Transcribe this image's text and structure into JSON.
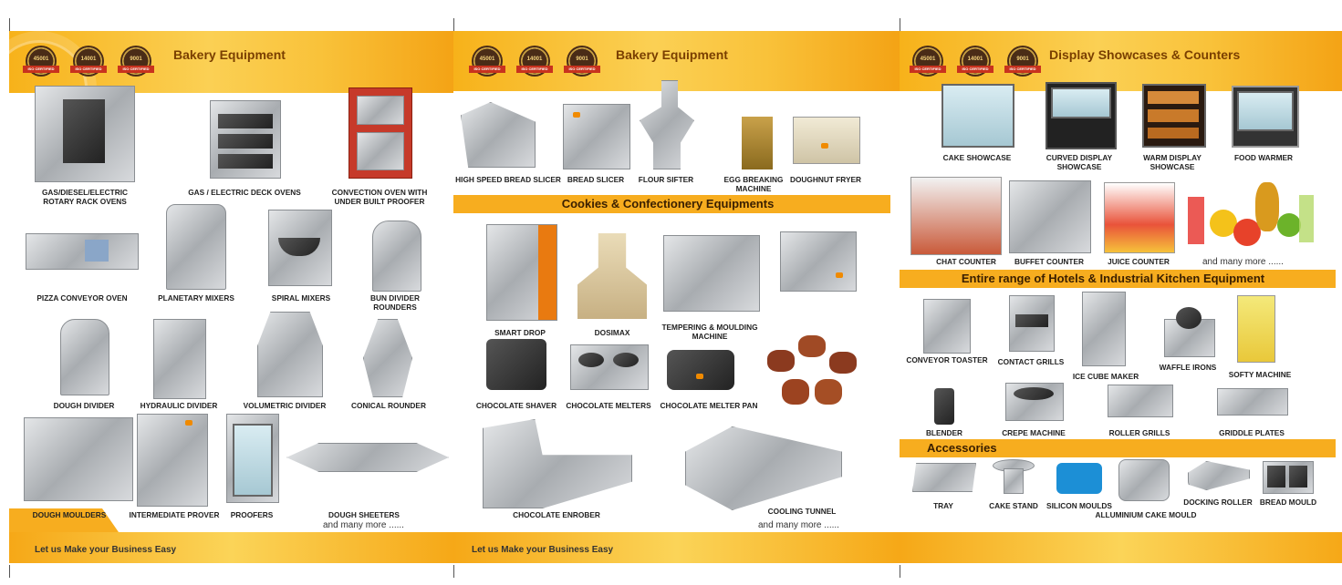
{
  "panels": {
    "p1": {
      "title": "Bakery Equipment",
      "slogan": "Let us Make your Business Easy",
      "more": "and many more ......"
    },
    "p2": {
      "title": "Bakery Equipment",
      "slogan": "Let us Make your Business Easy",
      "more": "and many more ......"
    },
    "p3": {
      "title": "Display Showcases & Counters"
    }
  },
  "iso_badges": {
    "b1": "45001",
    "b2": "14001",
    "b3": "9001",
    "ribbon": "ISO CERTIFIED"
  },
  "sections": {
    "cookies": "Cookies & Confectionery Equipments",
    "hotels": "Entire range of Hotels & Industrial Kitchen Equipment",
    "accessories": "Accessories"
  },
  "p1_items": {
    "rotary": "GAS/DIESEL/ELECTRIC ROTARY RACK OVENS",
    "deck": "GAS / ELECTRIC DECK OVENS",
    "convection": "CONVECTION OVEN WITH UNDER BUILT PROOFER",
    "pizza": "PIZZA CONVEYOR OVEN",
    "planetary": "PLANETARY MIXERS",
    "spiral": "SPIRAL MIXERS",
    "bun": "BUN DIVIDER ROUNDERS",
    "dough_divider": "DOUGH DIVIDER",
    "hydraulic": "HYDRAULIC DIVIDER",
    "volumetric": "VOLUMETRIC DIVIDER",
    "conical": "CONICAL ROUNDER",
    "moulders": "DOUGH MOULDERS",
    "prover": "INTERMEDIATE PROVER",
    "proofers": "PROOFERS",
    "sheeters": "DOUGH SHEETERS"
  },
  "p2_items": {
    "slicer_hs": "HIGH SPEED BREAD SLICER",
    "slicer": "BREAD SLICER",
    "sifter": "FLOUR SIFTER",
    "egg": "EGG BREAKING MACHINE",
    "doughnut": "DOUGHNUT FRYER",
    "smartdrop": "SMART DROP",
    "dosimax": "DOSIMAX",
    "tempering": "TEMPERING & MOULDING MACHINE",
    "shaver": "CHOCOLATE SHAVER",
    "melters": "CHOCOLATE MELTERS",
    "melter_pan": "CHOCOLATE MELTER PAN",
    "enrober": "CHOCOLATE ENROBER",
    "tunnel": "COOLING TUNNEL"
  },
  "p3_items": {
    "cake_showcase": "CAKE SHOWCASE",
    "curved": "CURVED DISPLAY SHOWCASE",
    "warm": "WARM DISPLAY SHOWCASE",
    "food_warmer": "FOOD WARMER",
    "chat": "CHAT COUNTER",
    "buffet": "BUFFET COUNTER",
    "juice": "JUICE COUNTER",
    "more": "and many more ......",
    "toaster": "CONVEYOR TOASTER",
    "contact": "CONTACT GRILLS",
    "ice": "ICE CUBE MAKER",
    "waffle": "WAFFLE IRONS",
    "softy": "SOFTY MACHINE",
    "blender": "BLENDER",
    "crepe": "CREPE MACHINE",
    "roller": "ROLLER GRILLS",
    "griddle": "GRIDDLE PLATES",
    "tray": "TRAY",
    "cake_stand": "CAKE STAND",
    "silicon": "SILICON MOULDS",
    "alu": "ALLUMINIUM CAKE MOULD",
    "docking": "DOCKING ROLLER",
    "bread_mould": "BREAD MOULD"
  },
  "brand": "orange"
}
